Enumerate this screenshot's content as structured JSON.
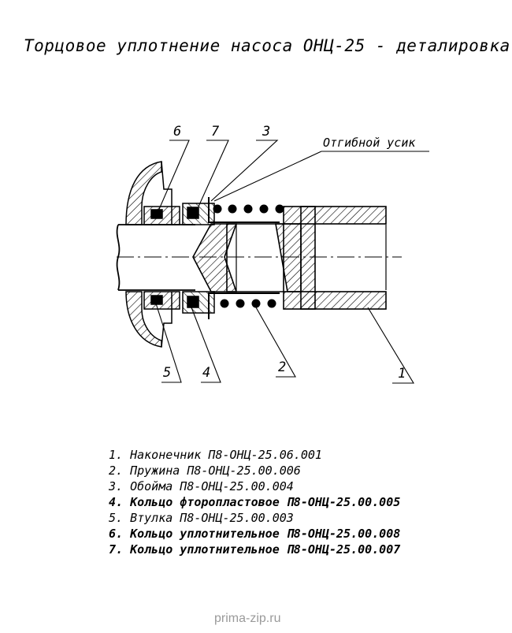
{
  "title": "Торцовое уплотнение насоса ОНЦ-25 - деталировка",
  "callouts": {
    "c1": "1",
    "c2": "2",
    "c3": "3",
    "c4": "4",
    "c5": "5",
    "c6": "6",
    "c7": "7",
    "bent_tab": "Отгибной усик"
  },
  "parts": [
    {
      "label": "1. Наконечник П8-ОНЦ-25.06.001",
      "bold": false
    },
    {
      "label": "2. Пружина П8-ОНЦ-25.00.006",
      "bold": false
    },
    {
      "label": "3. Обойма П8-ОНЦ-25.00.004",
      "bold": false
    },
    {
      "label": "4. Кольцо фторопластовое П8-ОНЦ-25.00.005",
      "bold": true
    },
    {
      "label": "5. Втулка П8-ОНЦ-25.00.003",
      "bold": false
    },
    {
      "label": "6. Кольцо уплотнительное П8-ОНЦ-25.00.008",
      "bold": true
    },
    {
      "label": "7. Кольцо уплотнительное П8-ОНЦ-25.00.007",
      "bold": true
    }
  ],
  "watermark": "prima-zip.ru"
}
